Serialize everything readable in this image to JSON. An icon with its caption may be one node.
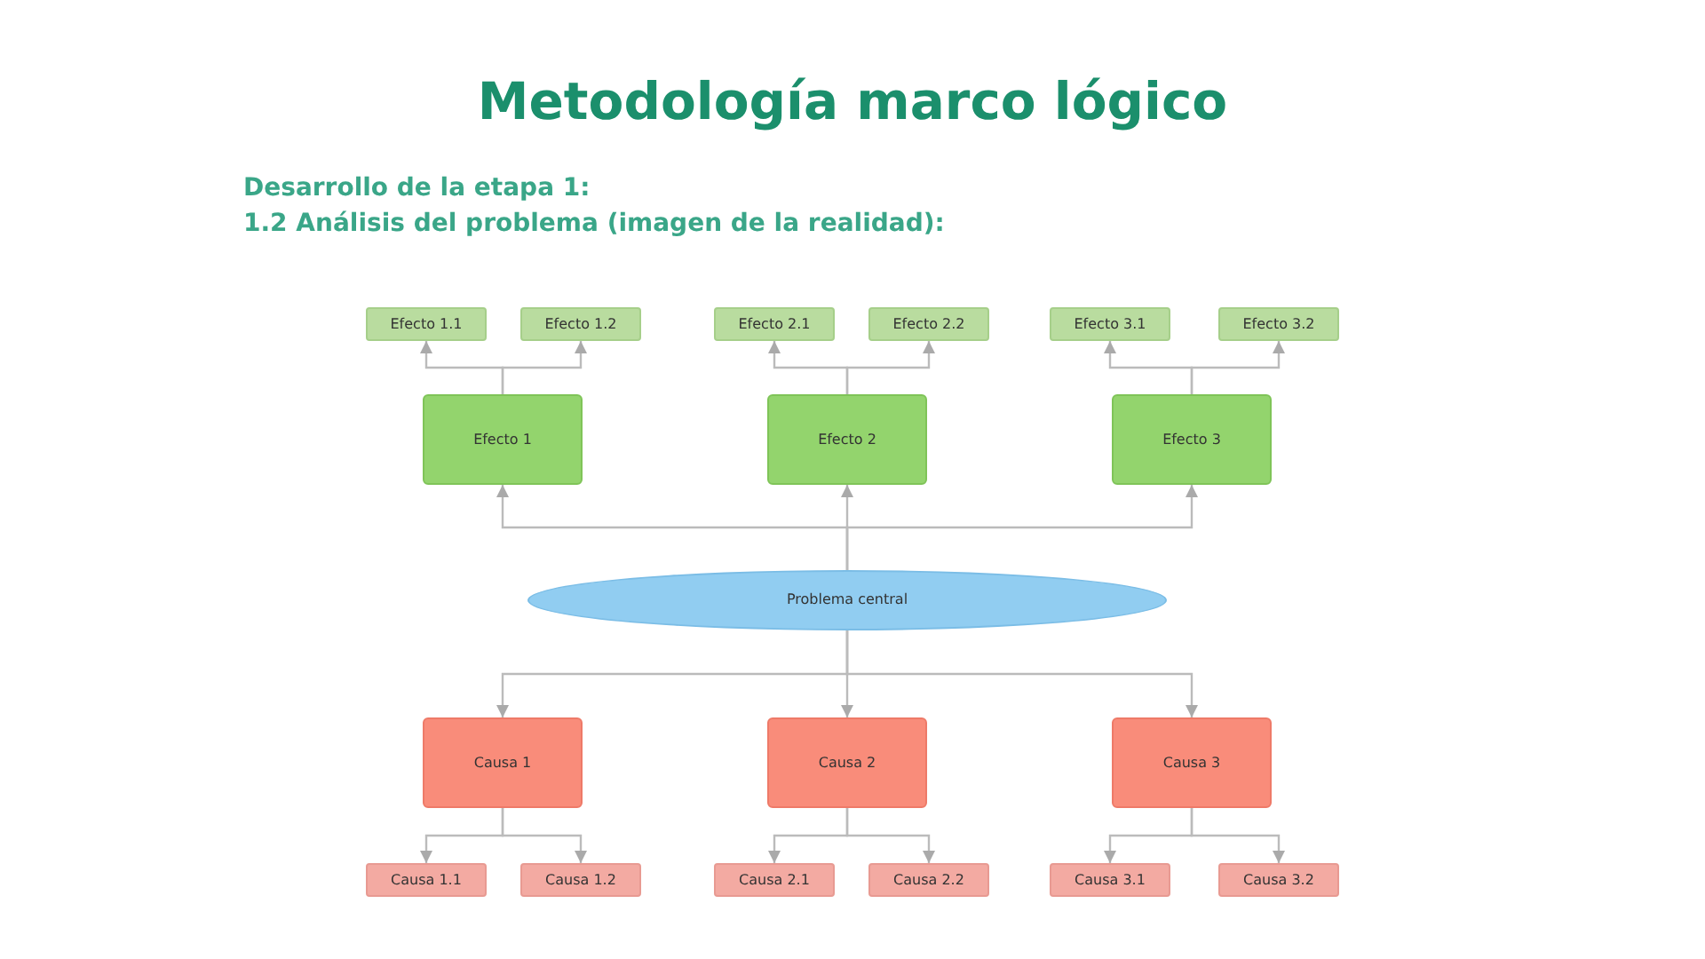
{
  "diagram": {
    "title": "Metodología marco lógico",
    "nodes": [
      {
        "text": [
          "Efecto 1.1"
        ]
      },
      {
        "text": [
          "Efecto 1.2"
        ]
      },
      {
        "text": [
          "Efecto 2.1"
        ]
      },
      {
        "text": [
          "Efecto 2.2"
        ]
      },
      {
        "text": [
          "Efecto 3.1"
        ]
      },
      {
        "text": [
          "Efecto 3.2"
        ]
      },
      {
        "text": [
          "Efecto 1"
        ]
      },
      {
        "text": [
          "Efecto 2"
        ]
      },
      {
        "text": [
          "Efecto 3"
        ]
      },
      {
        "text": [
          "Problema central"
        ]
      },
      {
        "text": [
          "Causa 1"
        ]
      },
      {
        "text": [
          "Causa 2"
        ]
      },
      {
        "text": [
          "Causa 3"
        ]
      },
      {
        "text": [
          "Causa 1.1"
        ]
      },
      {
        "text": [
          "Causa 1.2"
        ]
      },
      {
        "text": [
          "Causa 2.1"
        ]
      },
      {
        "text": [
          "Causa 2.2"
        ]
      },
      {
        "text": [
          "Causa 3.1"
        ]
      },
      {
        "text": [
          "Causa 3.2"
        ]
      }
    ],
    "edges": [
      {
        "from": 6,
        "to": 0,
        "arrow": "to"
      },
      {
        "from": 6,
        "to": 1,
        "arrow": "to"
      },
      {
        "from": 7,
        "to": 2,
        "arrow": "to"
      },
      {
        "from": 7,
        "to": 3,
        "arrow": "to"
      },
      {
        "from": 8,
        "to": 4,
        "arrow": "to"
      },
      {
        "from": 8,
        "to": 5,
        "arrow": "to"
      },
      {
        "from": 9,
        "to": 6,
        "arrow": "to"
      },
      {
        "from": 9,
        "to": 7,
        "arrow": "to"
      },
      {
        "from": 9,
        "to": 8,
        "arrow": "to"
      },
      {
        "from": 9,
        "to": 10,
        "arrow": "to"
      },
      {
        "from": 9,
        "to": 11,
        "arrow": "to"
      },
      {
        "from": 9,
        "to": 12,
        "arrow": "to"
      },
      {
        "from": 10,
        "to": 13,
        "arrow": "to"
      },
      {
        "from": 10,
        "to": 14,
        "arrow": "to"
      },
      {
        "from": 11,
        "to": 15,
        "arrow": "to"
      },
      {
        "from": 11,
        "to": 16,
        "arrow": "to"
      },
      {
        "from": 12,
        "to": 17,
        "arrow": "to"
      },
      {
        "from": 12,
        "to": 18,
        "arrow": "to"
      }
    ],
    "labels": [
      "Desarrollo de la etapa 1:",
      "1.2 Análisis del problema (imagen de la realidad):"
    ]
  }
}
